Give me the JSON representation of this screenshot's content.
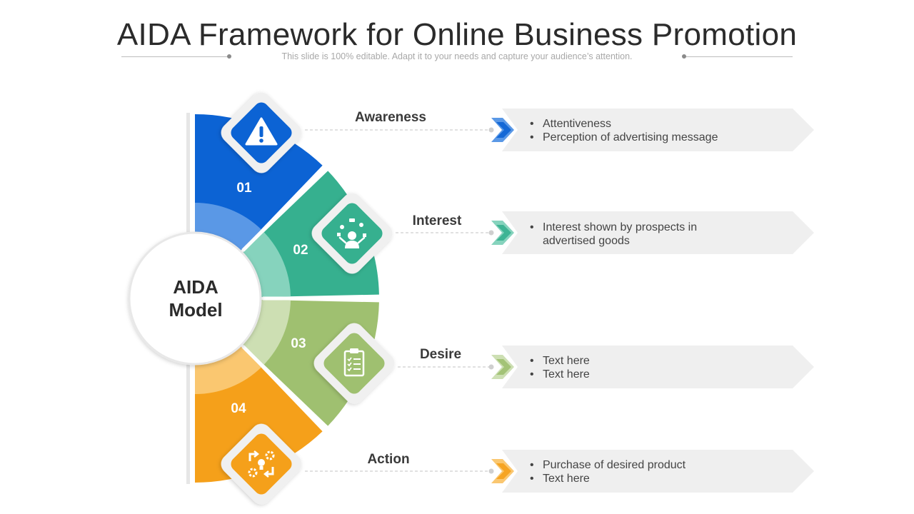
{
  "title": "AIDA Framework for Online Business Promotion",
  "subtitle": "This slide is 100% editable. Adapt it to your needs and capture your audience’s attention.",
  "center": {
    "line1": "AIDA",
    "line2": "Model"
  },
  "stages": [
    {
      "number": "01",
      "label": "Awareness",
      "icon": "warning-icon",
      "color": "#0c63d4",
      "light": "#5a98e6",
      "bullets": [
        "Attentiveness",
        "Perception of advertising message"
      ]
    },
    {
      "number": "02",
      "label": "Interest",
      "icon": "juggling-person-icon",
      "color": "#36b08f",
      "light": "#86d3bd",
      "bullets": [
        "Interest shown by prospects in advertised goods"
      ]
    },
    {
      "number": "03",
      "label": "Desire",
      "icon": "clipboard-checklist-icon",
      "color": "#9fc070",
      "light": "#cddfb3",
      "bullets": [
        "Text here",
        "Text here"
      ]
    },
    {
      "number": "04",
      "label": "Action",
      "icon": "process-gears-icon",
      "color": "#f5a01a",
      "light": "#fac770",
      "bullets": [
        "Purchase of desired product",
        "Text here"
      ]
    }
  ]
}
